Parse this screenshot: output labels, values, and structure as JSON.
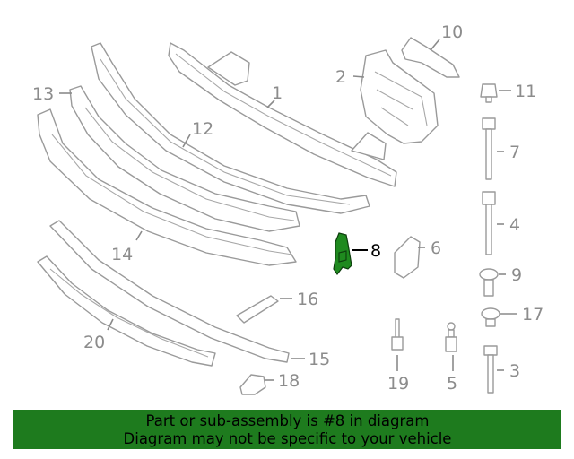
{
  "callouts": [
    {
      "id": "1",
      "label": "1",
      "highlighted": false
    },
    {
      "id": "2",
      "label": "2",
      "highlighted": false
    },
    {
      "id": "3",
      "label": "3",
      "highlighted": false
    },
    {
      "id": "4",
      "label": "4",
      "highlighted": false
    },
    {
      "id": "5",
      "label": "5",
      "highlighted": false
    },
    {
      "id": "6",
      "label": "6",
      "highlighted": false
    },
    {
      "id": "7",
      "label": "7",
      "highlighted": false
    },
    {
      "id": "8",
      "label": "8",
      "highlighted": true
    },
    {
      "id": "9",
      "label": "9",
      "highlighted": false
    },
    {
      "id": "10",
      "label": "10",
      "highlighted": false
    },
    {
      "id": "11",
      "label": "11",
      "highlighted": false
    },
    {
      "id": "12",
      "label": "12",
      "highlighted": false
    },
    {
      "id": "13",
      "label": "13",
      "highlighted": false
    },
    {
      "id": "14",
      "label": "14",
      "highlighted": false
    },
    {
      "id": "15",
      "label": "15",
      "highlighted": false
    },
    {
      "id": "16",
      "label": "16",
      "highlighted": false
    },
    {
      "id": "17",
      "label": "17",
      "highlighted": false
    },
    {
      "id": "18",
      "label": "18",
      "highlighted": false
    },
    {
      "id": "19",
      "label": "19",
      "highlighted": false
    },
    {
      "id": "20",
      "label": "20",
      "highlighted": false
    }
  ],
  "banner": {
    "line1": "Part or sub-assembly is #8 in diagram",
    "line2": "Diagram may not be specific to your vehicle"
  },
  "colors": {
    "highlight_part": "#1f8a1f",
    "banner_background": "#1e7b1e",
    "callout_text": "#8c8c8c",
    "highlight_text": "#000000"
  }
}
